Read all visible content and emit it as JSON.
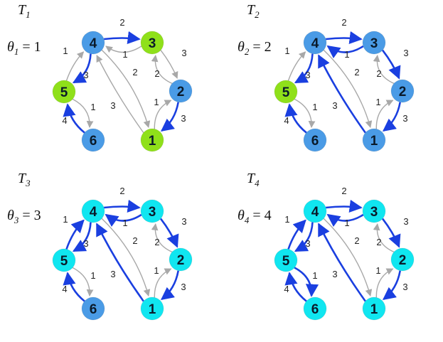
{
  "colors": {
    "blue_edge": "#1a3fe0",
    "gray_edge": "#a8a8a8",
    "node_green": "#8fe01a",
    "node_blue": "#4a9be6",
    "node_cyan": "#10e6f0"
  },
  "panels": [
    {
      "title": {
        "T": "T",
        "sub": "1"
      },
      "theta": {
        "sym": "θ",
        "sub": "1",
        "eq": " = 1"
      },
      "nodes": [
        {
          "id": "4",
          "color": "blue"
        },
        {
          "id": "3",
          "color": "green"
        },
        {
          "id": "2",
          "color": "blue"
        },
        {
          "id": "1",
          "color": "green"
        },
        {
          "id": "6",
          "color": "blue"
        },
        {
          "id": "5",
          "color": "green"
        }
      ],
      "edges": [
        {
          "from": "3",
          "to": "4",
          "label": "2",
          "style": "gray"
        },
        {
          "from": "4",
          "to": "3",
          "label": "1",
          "style": "blue"
        },
        {
          "from": "4",
          "to": "5",
          "label": "1",
          "style": "blue"
        },
        {
          "from": "5",
          "to": "4",
          "label": "3",
          "style": "gray"
        },
        {
          "from": "2",
          "to": "3",
          "label": "3",
          "style": "gray"
        },
        {
          "from": "3",
          "to": "2",
          "label": "2",
          "style": "gray"
        },
        {
          "from": "1",
          "to": "4",
          "label": "2",
          "style": "gray"
        },
        {
          "from": "4",
          "to": "1",
          "label": "3",
          "style": "gray"
        },
        {
          "from": "2",
          "to": "1",
          "label": "1",
          "style": "blue"
        },
        {
          "from": "1",
          "to": "2",
          "label": "3",
          "style": "gray"
        },
        {
          "from": "6",
          "to": "5",
          "label": "1",
          "style": "blue"
        },
        {
          "from": "5",
          "to": "6",
          "label": "4",
          "style": "gray"
        }
      ]
    },
    {
      "title": {
        "T": "T",
        "sub": "2"
      },
      "theta": {
        "sym": "θ",
        "sub": "2",
        "eq": " = 2"
      },
      "nodes": [
        {
          "id": "4",
          "color": "blue"
        },
        {
          "id": "3",
          "color": "blue"
        },
        {
          "id": "2",
          "color": "blue"
        },
        {
          "id": "1",
          "color": "blue"
        },
        {
          "id": "6",
          "color": "blue"
        },
        {
          "id": "5",
          "color": "green"
        }
      ],
      "edges": [
        {
          "from": "3",
          "to": "4",
          "label": "2",
          "style": "blue"
        },
        {
          "from": "4",
          "to": "3",
          "label": "1",
          "style": "blue"
        },
        {
          "from": "4",
          "to": "5",
          "label": "1",
          "style": "blue"
        },
        {
          "from": "5",
          "to": "4",
          "label": "3",
          "style": "gray"
        },
        {
          "from": "2",
          "to": "3",
          "label": "3",
          "style": "gray"
        },
        {
          "from": "3",
          "to": "2",
          "label": "2",
          "style": "blue"
        },
        {
          "from": "1",
          "to": "4",
          "label": "2",
          "style": "blue"
        },
        {
          "from": "4",
          "to": "1",
          "label": "3",
          "style": "gray"
        },
        {
          "from": "2",
          "to": "1",
          "label": "1",
          "style": "blue"
        },
        {
          "from": "1",
          "to": "2",
          "label": "3",
          "style": "gray"
        },
        {
          "from": "6",
          "to": "5",
          "label": "1",
          "style": "blue"
        },
        {
          "from": "5",
          "to": "6",
          "label": "4",
          "style": "gray"
        }
      ]
    },
    {
      "title": {
        "T": "T",
        "sub": "3"
      },
      "theta": {
        "sym": "θ",
        "sub": "3",
        "eq": " = 3"
      },
      "nodes": [
        {
          "id": "4",
          "color": "cyan"
        },
        {
          "id": "3",
          "color": "cyan"
        },
        {
          "id": "2",
          "color": "cyan"
        },
        {
          "id": "1",
          "color": "cyan"
        },
        {
          "id": "6",
          "color": "blue"
        },
        {
          "id": "5",
          "color": "cyan"
        }
      ],
      "edges": [
        {
          "from": "3",
          "to": "4",
          "label": "2",
          "style": "blue"
        },
        {
          "from": "4",
          "to": "3",
          "label": "1",
          "style": "blue"
        },
        {
          "from": "4",
          "to": "5",
          "label": "1",
          "style": "blue"
        },
        {
          "from": "5",
          "to": "4",
          "label": "3",
          "style": "blue"
        },
        {
          "from": "2",
          "to": "3",
          "label": "3",
          "style": "gray"
        },
        {
          "from": "3",
          "to": "2",
          "label": "2",
          "style": "blue"
        },
        {
          "from": "1",
          "to": "4",
          "label": "2",
          "style": "blue"
        },
        {
          "from": "4",
          "to": "1",
          "label": "3",
          "style": "gray"
        },
        {
          "from": "2",
          "to": "1",
          "label": "1",
          "style": "blue"
        },
        {
          "from": "1",
          "to": "2",
          "label": "3",
          "style": "gray"
        },
        {
          "from": "6",
          "to": "5",
          "label": "1",
          "style": "blue"
        },
        {
          "from": "5",
          "to": "6",
          "label": "4",
          "style": "gray"
        }
      ]
    },
    {
      "title": {
        "T": "T",
        "sub": "4"
      },
      "theta": {
        "sym": "θ",
        "sub": "4",
        "eq": " = 4"
      },
      "nodes": [
        {
          "id": "4",
          "color": "cyan"
        },
        {
          "id": "3",
          "color": "cyan"
        },
        {
          "id": "2",
          "color": "cyan"
        },
        {
          "id": "1",
          "color": "cyan"
        },
        {
          "id": "6",
          "color": "cyan"
        },
        {
          "id": "5",
          "color": "cyan"
        }
      ],
      "edges": [
        {
          "from": "3",
          "to": "4",
          "label": "2",
          "style": "blue"
        },
        {
          "from": "4",
          "to": "3",
          "label": "1",
          "style": "blue"
        },
        {
          "from": "4",
          "to": "5",
          "label": "1",
          "style": "blue"
        },
        {
          "from": "5",
          "to": "4",
          "label": "3",
          "style": "blue"
        },
        {
          "from": "2",
          "to": "3",
          "label": "3",
          "style": "gray"
        },
        {
          "from": "3",
          "to": "2",
          "label": "2",
          "style": "blue"
        },
        {
          "from": "1",
          "to": "4",
          "label": "2",
          "style": "blue"
        },
        {
          "from": "4",
          "to": "1",
          "label": "3",
          "style": "gray"
        },
        {
          "from": "2",
          "to": "1",
          "label": "1",
          "style": "blue"
        },
        {
          "from": "1",
          "to": "2",
          "label": "3",
          "style": "gray"
        },
        {
          "from": "6",
          "to": "5",
          "label": "1",
          "style": "blue"
        },
        {
          "from": "5",
          "to": "6",
          "label": "4",
          "style": "blue"
        }
      ]
    }
  ]
}
